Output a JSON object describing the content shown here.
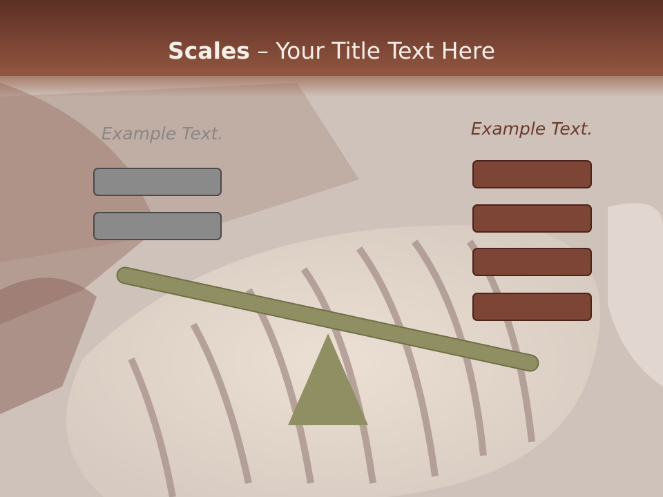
{
  "slide": {
    "title_bold": "Scales",
    "title_rest": " – Your Title Text Here",
    "left_label": "Example Text.",
    "right_label": "Example Text."
  },
  "colors": {
    "header": "#7a4434",
    "beam": "#8f8f63",
    "gray_box": "#8a8a8a",
    "brown_box": "#7c4535",
    "left_label": "#8c8684",
    "right_label": "#6b3a2c"
  },
  "left_side": {
    "box_count": 2
  },
  "right_side": {
    "box_count": 4
  }
}
